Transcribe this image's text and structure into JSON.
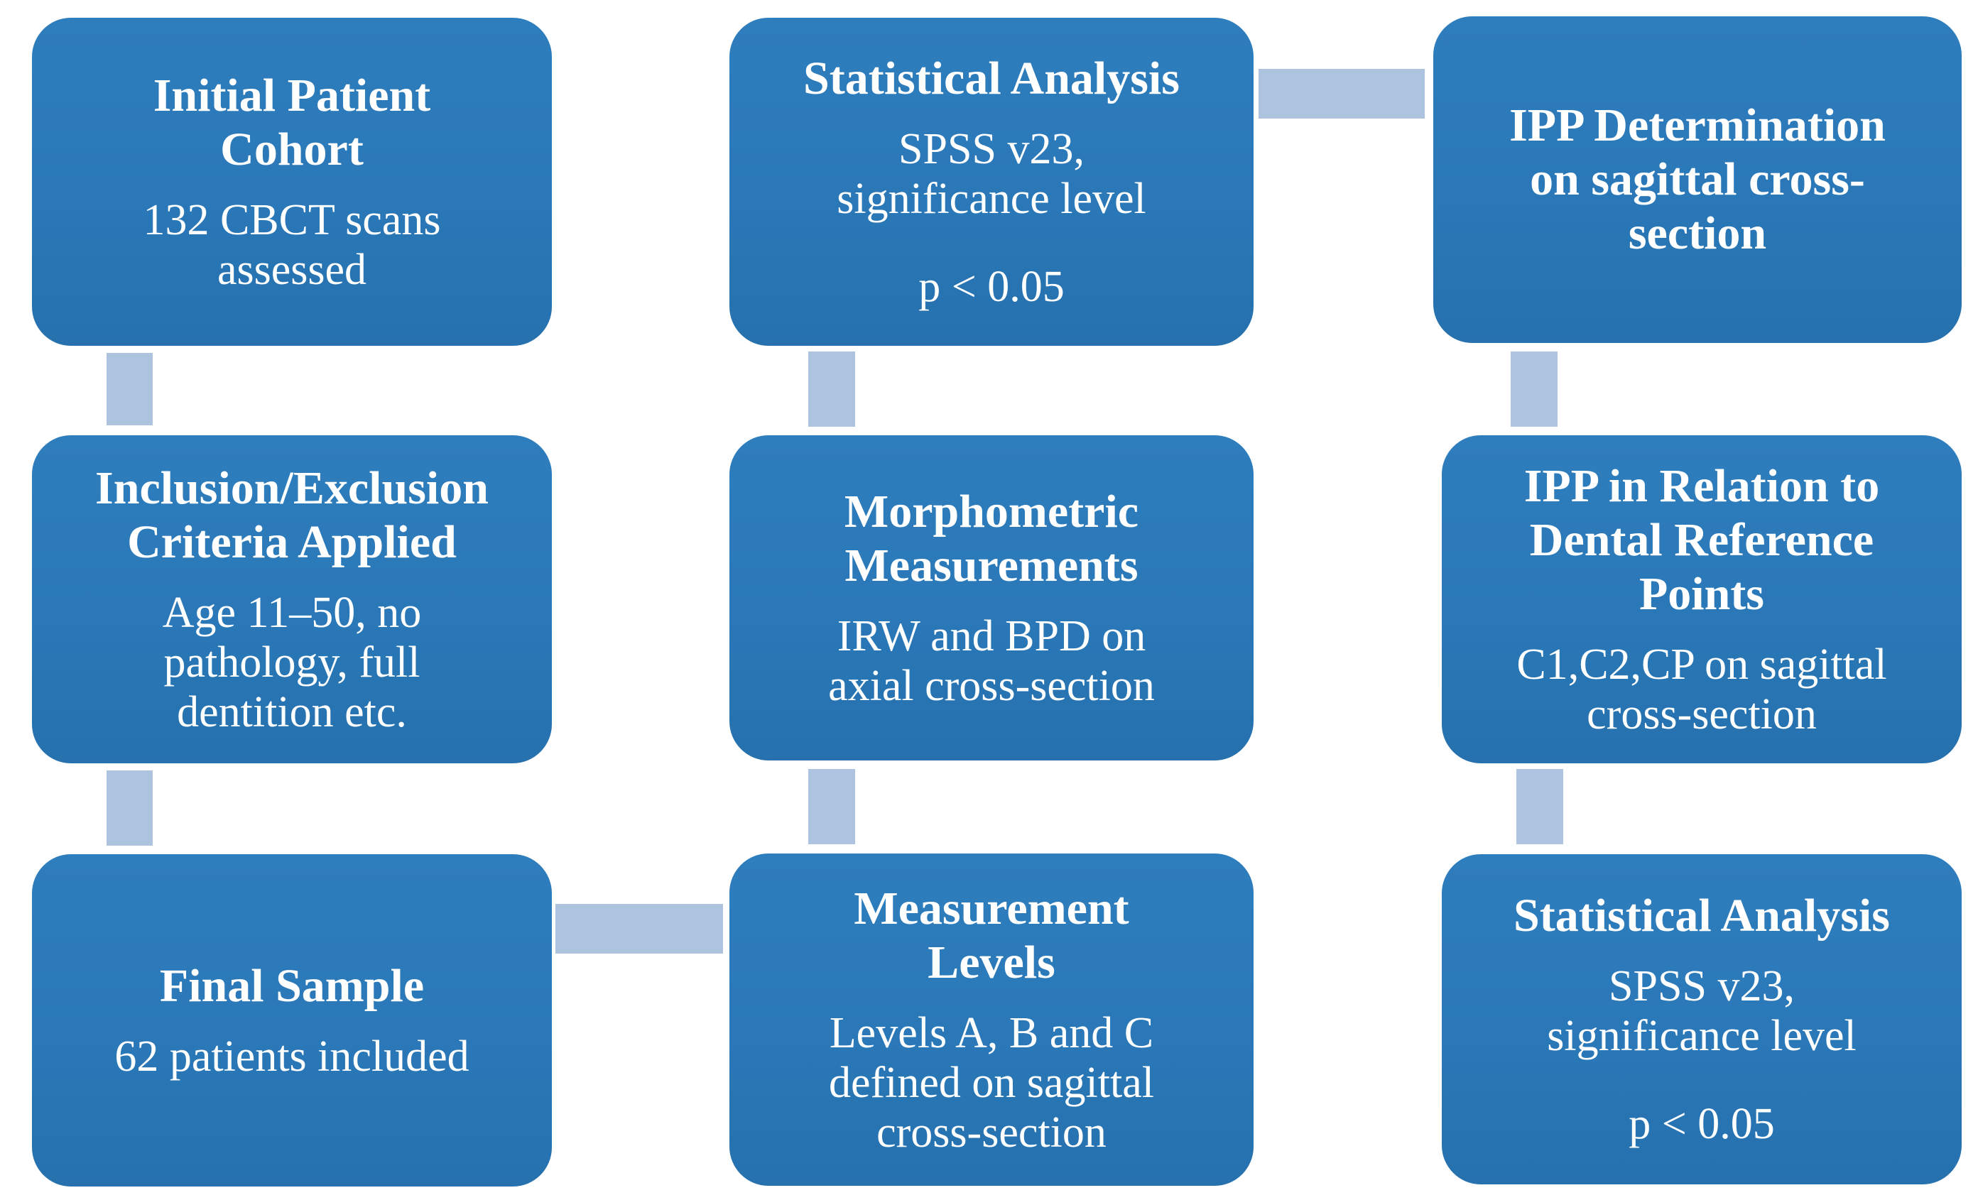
{
  "colors": {
    "background": "#ffffff",
    "box_fill": "#2a78b8",
    "box_fill_light": "#2e7dbd",
    "box_fill_dark": "#2671ae",
    "connector": "#adc3df",
    "text": "#ffffff"
  },
  "boxes": {
    "initial_cohort": {
      "title": "Initial Patient\nCohort",
      "body": "132 CBCT scans\nassessed"
    },
    "criteria": {
      "title": "Inclusion/Exclusion\nCriteria Applied",
      "body": "Age 11–50, no\npathology, full\ndentition etc."
    },
    "final_sample": {
      "title": "Final Sample",
      "body": "62 patients included"
    },
    "statistical_analysis_mid": {
      "title": "Statistical Analysis",
      "body": "SPSS v23,\nsignificance level",
      "body2": "p < 0.05"
    },
    "morphometric": {
      "title": "Morphometric\nMeasurements",
      "body": "IRW and BPD on\naxial cross-section"
    },
    "measurement_levels": {
      "title": "Measurement\nLevels",
      "body": "Levels A, B and C\ndefined on sagittal\ncross-section"
    },
    "ipp_determination": {
      "title": "IPP Determination\non sagittal cross-\nsection"
    },
    "ipp_relation": {
      "title": "IPP in Relation to\nDental Reference\nPoints",
      "body": "C1,C2,CP on sagittal\ncross-section"
    },
    "statistical_analysis_right": {
      "title": "Statistical Analysis",
      "body": "SPSS v23,\nsignificance level",
      "body2": "p < 0.05"
    }
  }
}
